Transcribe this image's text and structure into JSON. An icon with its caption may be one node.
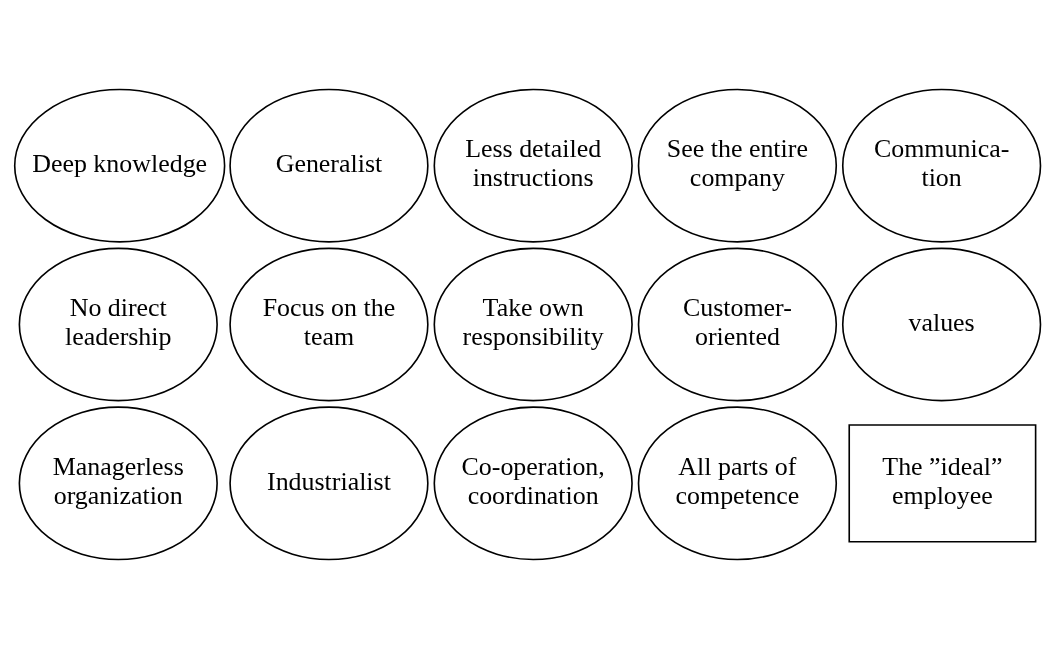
{
  "diagram": {
    "nodes": [
      {
        "text": [
          "Generalist"
        ]
      },
      {
        "text": [
          "Less detailed instructions"
        ]
      },
      {
        "text": [
          "See the entire company"
        ]
      },
      {
        "text": [
          "Communica- tion"
        ]
      },
      {
        "text": [
          "No direct leadership"
        ]
      },
      {
        "text": [
          "Focus on the team"
        ]
      },
      {
        "text": [
          "Take own responsibility"
        ]
      },
      {
        "text": [
          "Customer- oriented"
        ]
      },
      {
        "text": [
          "The ”ideal” employee"
        ]
      },
      {
        "text": [
          "values"
        ]
      },
      {
        "text": [
          "Managerless organization"
        ]
      },
      {
        "text": [
          "Industrialist"
        ]
      },
      {
        "text": [
          "Co-operation, coordination"
        ]
      },
      {
        "text": [
          "Deep knowledge"
        ]
      },
      {
        "text": [
          "All parts of competence"
        ]
      }
    ],
    "edges": []
  }
}
